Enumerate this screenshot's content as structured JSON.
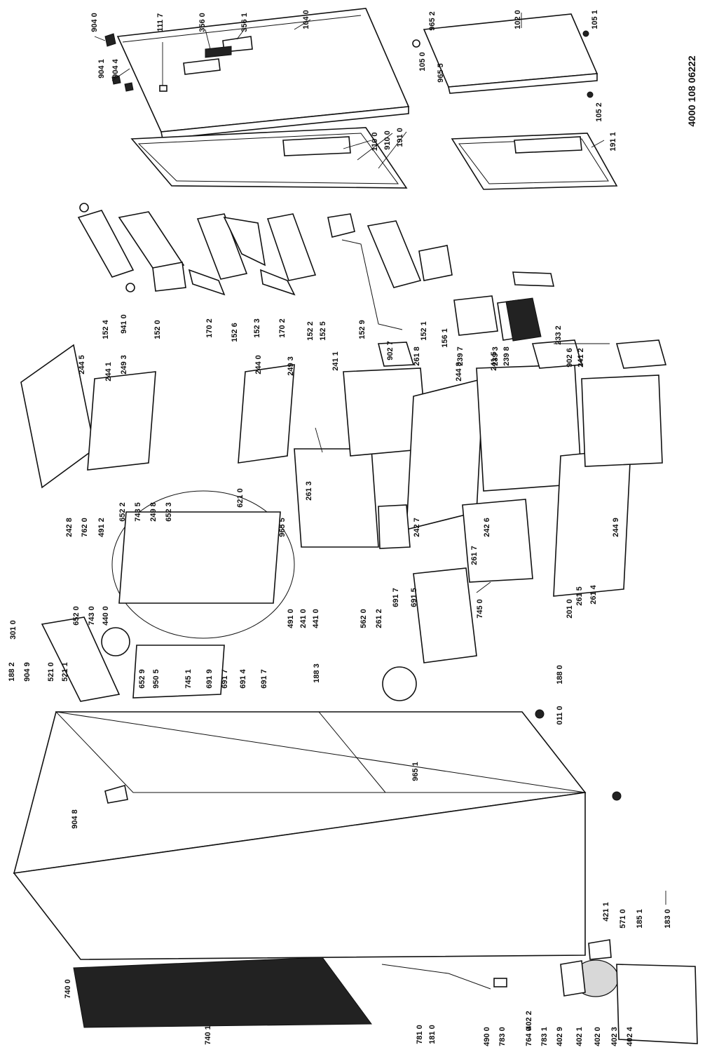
{
  "drawing_number": "4000 108 06222",
  "labels": [
    {
      "t": "904 0"
    },
    {
      "t": "111 7"
    },
    {
      "t": "356 0"
    },
    {
      "t": "356 1"
    },
    {
      "t": "104 0"
    },
    {
      "t": "965 2"
    },
    {
      "t": "102 0"
    },
    {
      "t": "105 1"
    },
    {
      "t": "904 1"
    },
    {
      "t": "904 4"
    },
    {
      "t": "105 0"
    },
    {
      "t": "965 5"
    },
    {
      "t": "105 2"
    },
    {
      "t": "110 0"
    },
    {
      "t": "910 0"
    },
    {
      "t": "191 0"
    },
    {
      "t": "191 1"
    },
    {
      "t": "152 4"
    },
    {
      "t": "941 0"
    },
    {
      "t": "152 0"
    },
    {
      "t": "170 2"
    },
    {
      "t": "152 6"
    },
    {
      "t": "152 3"
    },
    {
      "t": "170 2"
    },
    {
      "t": "152 2"
    },
    {
      "t": "152 5"
    },
    {
      "t": "152 9"
    },
    {
      "t": "152 1"
    },
    {
      "t": "156 1"
    },
    {
      "t": "239 7"
    },
    {
      "t": "239 3"
    },
    {
      "t": "239 8"
    },
    {
      "t": "233 2"
    },
    {
      "t": "244 5"
    },
    {
      "t": "244 1"
    },
    {
      "t": "249 3"
    },
    {
      "t": "244 0"
    },
    {
      "t": "249 3"
    },
    {
      "t": "241 1"
    },
    {
      "t": "902 7"
    },
    {
      "t": "261 8"
    },
    {
      "t": "244 8"
    },
    {
      "t": "241 5"
    },
    {
      "t": "902 6"
    },
    {
      "t": "241 2"
    },
    {
      "t": "242 8"
    },
    {
      "t": "762 0"
    },
    {
      "t": "491 2"
    },
    {
      "t": "652 2"
    },
    {
      "t": "743 5"
    },
    {
      "t": "249 8"
    },
    {
      "t": "652 3"
    },
    {
      "t": "621 0"
    },
    {
      "t": "261 3"
    },
    {
      "t": "965 5"
    },
    {
      "t": "242 7"
    },
    {
      "t": "242 6"
    },
    {
      "t": "261 7"
    },
    {
      "t": "244 9"
    },
    {
      "t": "261 5"
    },
    {
      "t": "261 4"
    },
    {
      "t": "301 0"
    },
    {
      "t": "652 0"
    },
    {
      "t": "743 0"
    },
    {
      "t": "440 0"
    },
    {
      "t": "491 0"
    },
    {
      "t": "241 0"
    },
    {
      "t": "441 0"
    },
    {
      "t": "562 0"
    },
    {
      "t": "261 2"
    },
    {
      "t": "691 7"
    },
    {
      "t": "691 5"
    },
    {
      "t": "745 0"
    },
    {
      "t": "201 0"
    },
    {
      "t": "188 2"
    },
    {
      "t": "904 9"
    },
    {
      "t": "521 0"
    },
    {
      "t": "521 1"
    },
    {
      "t": "652 9"
    },
    {
      "t": "950 5"
    },
    {
      "t": "745 1"
    },
    {
      "t": "691 9"
    },
    {
      "t": "691 7"
    },
    {
      "t": "691 4"
    },
    {
      "t": "691 7"
    },
    {
      "t": "188 3"
    },
    {
      "t": "188 0"
    },
    {
      "t": "011 0"
    },
    {
      "t": "904 8"
    },
    {
      "t": "965 1"
    },
    {
      "t": "740 0"
    },
    {
      "t": "740 1"
    },
    {
      "t": "781 0"
    },
    {
      "t": "181 0"
    },
    {
      "t": "490 0"
    },
    {
      "t": "783 0"
    },
    {
      "t": "764 0"
    },
    {
      "t": "402 2"
    },
    {
      "t": "783 1"
    },
    {
      "t": "402 9"
    },
    {
      "t": "402 1"
    },
    {
      "t": "402 0"
    },
    {
      "t": "402 3"
    },
    {
      "t": "402 4"
    },
    {
      "t": "421 1"
    },
    {
      "t": "571 0"
    },
    {
      "t": "185 1"
    },
    {
      "t": "183 0"
    }
  ]
}
